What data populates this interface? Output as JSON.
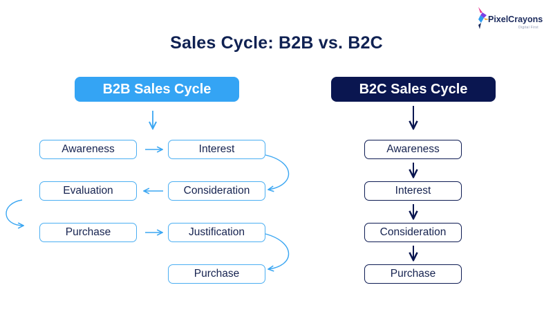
{
  "title": "Sales Cycle: B2B vs. B2C",
  "logo": {
    "name": "PixelCrayons",
    "tagline": "Digital First"
  },
  "colors": {
    "b2b_accent": "#34a4f4",
    "b2c_accent": "#0a1650",
    "title": "#0f2152"
  },
  "b2b": {
    "header": "B2B Sales Cycle",
    "steps": {
      "awareness": "Awareness",
      "interest": "Interest",
      "evaluation": "Evaluation",
      "consideration": "Consideration",
      "purchase_1": "Purchase",
      "justification": "Justification",
      "purchase_2": "Purchase"
    }
  },
  "b2c": {
    "header": "B2C Sales Cycle",
    "steps": {
      "awareness": "Awareness",
      "interest": "Interest",
      "consideration": "Consideration",
      "purchase": "Purchase"
    }
  }
}
